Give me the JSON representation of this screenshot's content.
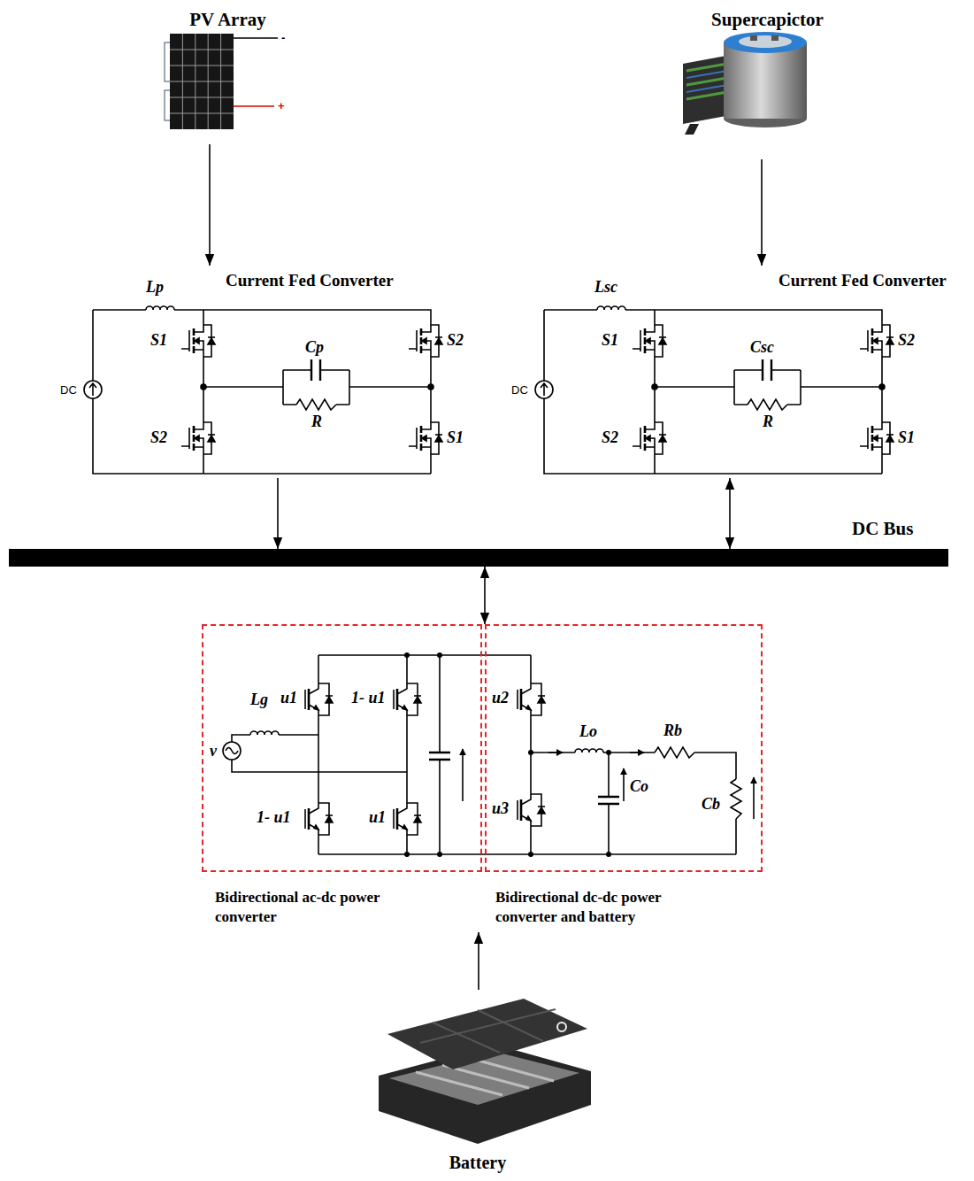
{
  "diagram": {
    "nodes": [
      {
        "text": [
          "PV Array"
        ]
      },
      {
        "text": [
          "Supercapictor"
        ]
      },
      {
        "text": [
          "Current Fed Converter"
        ]
      },
      {
        "text": [
          "Current Fed Converter"
        ]
      },
      {
        "text": [
          "DC Bus"
        ]
      },
      {
        "text": [
          "Bidirectional ac-dc power converter"
        ]
      },
      {
        "text": [
          "Bidirectional dc-dc power converter and battery"
        ]
      },
      {
        "text": [
          "Battery"
        ]
      }
    ],
    "edges": [
      {
        "from": 0,
        "to": 2,
        "arrow": "to"
      },
      {
        "from": 1,
        "to": 3,
        "arrow": "to"
      },
      {
        "from": 2,
        "to": 4,
        "arrow": "to"
      },
      {
        "from": 3,
        "to": 4,
        "arrow": "both"
      },
      {
        "from": 4,
        "to": 6,
        "arrow": "both"
      },
      {
        "from": 7,
        "to": 5,
        "arrow": "to"
      }
    ],
    "labels": [
      "-",
      "+",
      "Lp",
      "S1",
      "S2",
      "Cp",
      "R",
      "S2",
      "S1",
      "DC",
      "Lsc",
      "S1",
      "S2",
      "Csc",
      "R",
      "S2",
      "S1",
      "DC",
      "Lg",
      "u1",
      "1- u1",
      "v",
      "1- u1",
      "u1",
      "u2",
      "Lo",
      "Rb",
      "Co",
      "Cb",
      "u3"
    ]
  }
}
